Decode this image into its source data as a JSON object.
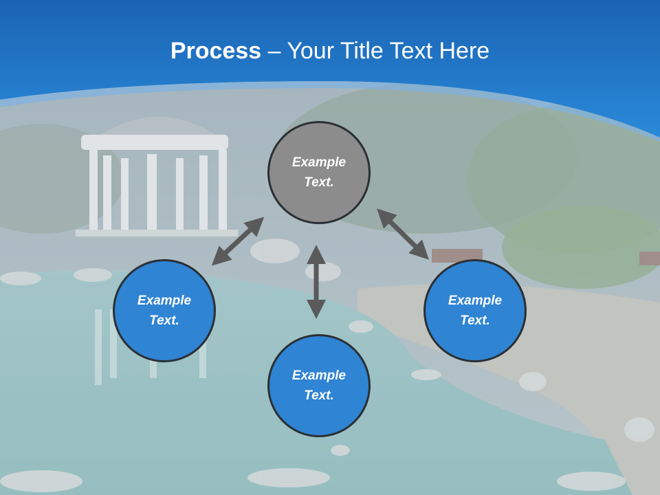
{
  "slide": {
    "title_bold": "Process",
    "title_rest": " – Your Title Text Here"
  },
  "diagram": {
    "nodes": [
      {
        "id": "top",
        "text": "Example Text.",
        "color": "#8c8c8c"
      },
      {
        "id": "left",
        "text": "Example Text.",
        "color": "#2f84d3"
      },
      {
        "id": "right",
        "text": "Example Text.",
        "color": "#2f84d3"
      },
      {
        "id": "bottom",
        "text": "Example Text.",
        "color": "#2f84d3"
      }
    ],
    "arrow_color": "#5a5a5a",
    "header_color": "#1f78cf"
  }
}
